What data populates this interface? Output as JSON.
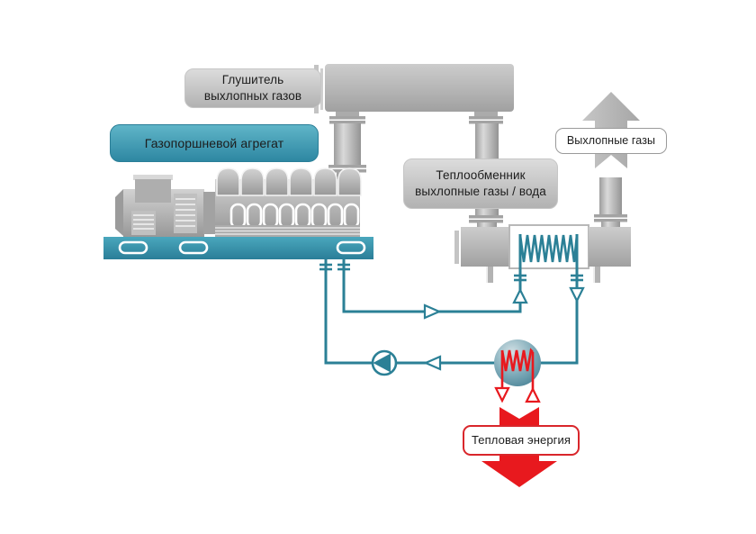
{
  "diagram": {
    "labels": {
      "muffler": {
        "line1": "Глушитель",
        "line2": "выхлопных газов"
      },
      "engine_unit": {
        "text": "Газопоршневой агрегат"
      },
      "heat_exchanger": {
        "line1": "Теплообменник",
        "line2": "выхлопные газы / вода"
      },
      "exhaust_gases": {
        "text": "Выхлопные газы"
      },
      "thermal_energy": {
        "text": "Тепловая энергия"
      }
    },
    "icons": {
      "gas_piston_engine": "engine-generator-icon",
      "exhaust_muffler": "horizontal-silencer-cylinder-icon",
      "exhaust_water_heat_exchanger": "shell-with-coil-icon",
      "circulation_pump": "circle-triangle-pump-icon",
      "heat_consumer_exchanger": "sphere-with-red-coil-icon",
      "exhaust_flow": "gray-up-block-arrow-icon",
      "heat_output": "red-down-block-arrow-icon"
    },
    "colors": {
      "teal_accent": "#3493ab",
      "pipe_teal": "#2b8096",
      "heat_red": "#e8191e",
      "machine_gray": "#a8a8a8",
      "label_text": "#1c1c1c"
    }
  }
}
